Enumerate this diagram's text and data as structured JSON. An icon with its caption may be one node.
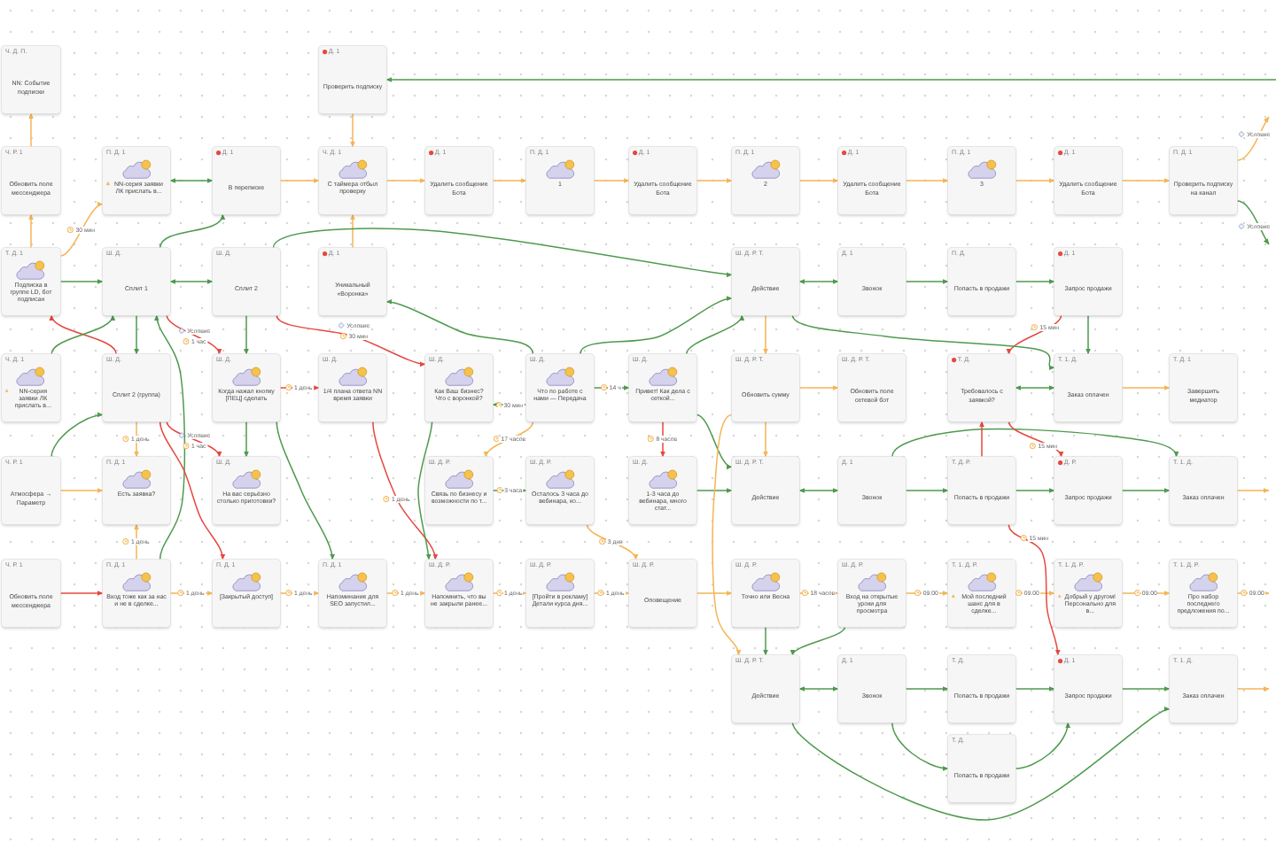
{
  "diagram": {
    "nodes": [
      {
        "text": [
          "Ч. Д. П.",
          "NN: Событие подписки"
        ]
      },
      {
        "text": [
          "Д. 1",
          "Проверить подписку"
        ]
      },
      {
        "text": [
          "Ч. Р. 1",
          "Обновить поле мессенджера"
        ]
      },
      {
        "text": [
          "П. Д. 1",
          "NN-серия заявки ЛК прислать в..."
        ]
      },
      {
        "text": [
          "Д. 1",
          "В переписке"
        ]
      },
      {
        "text": [
          "Ч. Д. 1",
          "С таймера отбыл проверку"
        ]
      },
      {
        "text": [
          "Д. 1",
          "Удалить сообщение Бота"
        ]
      },
      {
        "text": [
          "П. Д. 1",
          "1"
        ]
      },
      {
        "text": [
          "Д. 1",
          "Удалить сообщение Бота"
        ]
      },
      {
        "text": [
          "П. Д. 1",
          "2"
        ]
      },
      {
        "text": [
          "Д. 1",
          "Удалить сообщение Бота"
        ]
      },
      {
        "text": [
          "П. Д. 1",
          "3"
        ]
      },
      {
        "text": [
          "Д. 1",
          "Удалить сообщение Бота"
        ]
      },
      {
        "text": [
          "П. Д. 1",
          "Проверить подписку на канал"
        ]
      },
      {
        "text": [
          "Т. Д. 1",
          "Подписка в группе LD, бот подписан"
        ]
      },
      {
        "text": [
          "Ш. Д.",
          "Сплит 1"
        ]
      },
      {
        "text": [
          "Ш. Д.",
          "Сплит 2"
        ]
      },
      {
        "text": [
          "Д. 1",
          "Уникальный «Воронка»"
        ]
      },
      {
        "text": [
          "Ш. Д. Р. Т.",
          "Действие"
        ]
      },
      {
        "text": [
          "Д. 1",
          "Звонок"
        ]
      },
      {
        "text": [
          "П. Д.",
          "Попасть в продажи"
        ]
      },
      {
        "text": [
          "Д. 1",
          "Запрос продажи"
        ]
      },
      {
        "text": [
          "Ч. Д. 1",
          "NN-серия заявки ЛК прислать в..."
        ]
      },
      {
        "text": [
          "Ш. Д.",
          "Сплит 2 (группа)"
        ]
      },
      {
        "text": [
          "Ш. Д.",
          "Когда нажал кнопку [ПЕЦ] сделать"
        ]
      },
      {
        "text": [
          "Ш. Д.",
          "1/4 плана ответа NN время заявки"
        ]
      },
      {
        "text": [
          "Ш. Д.",
          "Как Ваш бизнес? Что с воронкой?"
        ]
      },
      {
        "text": [
          "Ш. Д.",
          "Что по работе с нами — Передача"
        ]
      },
      {
        "text": [
          "Ш. Д.",
          "Привет! Как дела с сеткой..."
        ]
      },
      {
        "text": [
          "Ш. Д. Р. Т.",
          "Обновить сумму"
        ]
      },
      {
        "text": [
          "Ш. Д. Р. Т.",
          "Обновить поле сетевой бот"
        ]
      },
      {
        "text": [
          "Т. Д.",
          "Требовалось с заявкой?"
        ]
      },
      {
        "text": [
          "Т. 1. Д.",
          "Заказ оплачен"
        ]
      },
      {
        "text": [
          "Т. Д. 1",
          "Завершить медиатор"
        ]
      },
      {
        "text": [
          "Ч. Р. 1",
          "Атмосфера → Параметр"
        ]
      },
      {
        "text": [
          "П. Д. 1",
          "Есть заявка?"
        ]
      },
      {
        "text": [
          "Ш. Д.",
          "На вас серьёзно столько приготовки?"
        ]
      },
      {
        "text": [
          "Ш. Д. Р.",
          "Связь по бизнесу и возможности по т..."
        ]
      },
      {
        "text": [
          "Ш. Д. Р.",
          "Осталось 3 часа до вебинара, ко..."
        ]
      },
      {
        "text": [
          "Ш. Д.",
          "1-3 часа до вебинара, много стат..."
        ]
      },
      {
        "text": [
          "Ш. Д. Р. Т.",
          "Действие"
        ]
      },
      {
        "text": [
          "Д. 1",
          "Звонок"
        ]
      },
      {
        "text": [
          "Т. Д. Р.",
          "Попасть в продажи"
        ]
      },
      {
        "text": [
          "Д. Р.",
          "Запрос продажи"
        ]
      },
      {
        "text": [
          "Т. 1. Д.",
          "Заказ оплачен"
        ]
      },
      {
        "text": [
          "Ч. Р. 1",
          "Обновить поле мессенджера"
        ]
      },
      {
        "text": [
          "П. Д. 1",
          "Вход тоже как за нас и не в сделке..."
        ]
      },
      {
        "text": [
          "П. Д. 1",
          "[Закрытый доступ]"
        ]
      },
      {
        "text": [
          "П. Д. 1",
          "Напоминание для SEO запустил..."
        ]
      },
      {
        "text": [
          "Ш. Д. Р.",
          "Напомнить, что вы не закрыли ранее..."
        ]
      },
      {
        "text": [
          "Ш. Д. Р.",
          "[Пройти в рекламу] Детали курса дня..."
        ]
      },
      {
        "text": [
          "Ш. Д. Р.",
          "Оповещение"
        ]
      },
      {
        "text": [
          "Ш. Д. Р.",
          "Точно или Весна"
        ]
      },
      {
        "text": [
          "Ш. Д. Р.",
          "Вход на открытые уроки для просмотра"
        ]
      },
      {
        "text": [
          "Т. 1. Д. Р.",
          "Мой последний шанс для в сделке..."
        ]
      },
      {
        "text": [
          "Т. 1. Д. Р.",
          "Добрый у другом! Персонально для в..."
        ]
      },
      {
        "text": [
          "Т. 1. Д. Р.",
          "Про набор последнего предложения по..."
        ]
      },
      {
        "text": [
          "Ш. Д. Р. Т.",
          "Действие"
        ]
      },
      {
        "text": [
          "Д. 1",
          "Звонок"
        ]
      },
      {
        "text": [
          "Т. Д.",
          "Попасть в продажи"
        ]
      },
      {
        "text": [
          "Д. 1",
          "Запрос продажи"
        ]
      },
      {
        "text": [
          "Т. 1. Д.",
          "Заказ оплачен"
        ]
      },
      {
        "text": [
          "Т. Д.",
          "Попасть в продажи"
        ]
      }
    ],
    "edges": [
      {
        "from": 2,
        "to": 0,
        "arrow": "to",
        "color": "#f5b555"
      },
      {
        "from": 14,
        "to": 2,
        "arrow": "to",
        "color": "#f5b555"
      },
      {
        "from": 14,
        "to": 3,
        "arrow": "to",
        "color": "#f5b555",
        "label": "30 мин"
      },
      {
        "from": 3,
        "to": 4,
        "arrow": "both"
      },
      {
        "from": 4,
        "to": 5,
        "arrow": "to",
        "color": "#f5b555"
      },
      {
        "from": 1,
        "to": 5,
        "arrow": "to",
        "color": "#f5b555"
      },
      {
        "from": 5,
        "to": 6,
        "arrow": "to",
        "color": "#f5b555"
      },
      {
        "from": 6,
        "to": 7,
        "arrow": "to",
        "color": "#f5b555"
      },
      {
        "from": 7,
        "to": 8,
        "arrow": "to",
        "color": "#f5b555"
      },
      {
        "from": 8,
        "to": 9,
        "arrow": "to",
        "color": "#f5b555"
      },
      {
        "from": 9,
        "to": 10,
        "arrow": "to",
        "color": "#f5b555"
      },
      {
        "from": 10,
        "to": 11,
        "arrow": "to",
        "color": "#f5b555"
      },
      {
        "from": 11,
        "to": 12,
        "arrow": "to",
        "color": "#f5b555"
      },
      {
        "from": 12,
        "to": 13,
        "arrow": "to",
        "color": "#f5b555"
      },
      {
        "from": 13,
        "to": null,
        "arrow": "to",
        "color": "#f5b555",
        "label": "Условие"
      },
      {
        "from": 13,
        "to": null,
        "arrow": "to",
        "label": "Условие"
      },
      {
        "from": null,
        "to": 1,
        "arrow": "to"
      },
      {
        "from": 17,
        "to": 5,
        "arrow": "to",
        "color": "#f5b555"
      },
      {
        "from": 14,
        "to": 15,
        "arrow": "to"
      },
      {
        "from": 15,
        "to": 4,
        "arrow": "to"
      },
      {
        "from": 15,
        "to": 16,
        "arrow": "both"
      },
      {
        "from": 16,
        "to": 18,
        "arrow": "to"
      },
      {
        "from": 27,
        "to": 17,
        "arrow": "to"
      },
      {
        "from": 27,
        "to": 26,
        "arrow": "to",
        "label": "30 мин"
      },
      {
        "from": 27,
        "to": 18,
        "arrow": "to"
      },
      {
        "from": 27,
        "to": 28,
        "arrow": "to",
        "label": "14 ч"
      },
      {
        "from": 28,
        "to": 18,
        "arrow": "to"
      },
      {
        "from": 15,
        "to": 23,
        "arrow": "to"
      },
      {
        "from": 23,
        "to": 14,
        "arrow": "to",
        "color": "#e5483f"
      },
      {
        "from": 22,
        "to": 15,
        "arrow": "to"
      },
      {
        "from": 34,
        "to": 23,
        "arrow": "to"
      },
      {
        "from": 15,
        "to": 24,
        "arrow": "to",
        "color": "#e5483f",
        "label": "1 час"
      },
      {
        "from": 23,
        "to": 36,
        "arrow": "to",
        "color": "#e5483f",
        "label": "1 час"
      },
      {
        "from": 16,
        "to": 26,
        "arrow": "to",
        "color": "#e5483f",
        "label": "30 мин"
      },
      {
        "from": 16,
        "to": 24,
        "arrow": "to"
      },
      {
        "from": 24,
        "to": 25,
        "arrow": "to",
        "color": "#e5483f",
        "label": "1 день"
      },
      {
        "from": 34,
        "to": 35,
        "arrow": "to",
        "color": "#f5b555"
      },
      {
        "from": 23,
        "to": 35,
        "arrow": "to",
        "color": "#f5b555",
        "label": "1 день"
      },
      {
        "from": 46,
        "to": 35,
        "arrow": "to",
        "color": "#f5b555",
        "label": "1 день"
      },
      {
        "from": 24,
        "to": 36,
        "arrow": "to"
      },
      {
        "from": 46,
        "to": 15,
        "arrow": "to"
      },
      {
        "from": 23,
        "to": 47,
        "arrow": "to",
        "color": "#e5483f"
      },
      {
        "from": 24,
        "to": 48,
        "arrow": "to"
      },
      {
        "from": 25,
        "to": 49,
        "arrow": "to",
        "color": "#e5483f",
        "label": "1 день"
      },
      {
        "from": 26,
        "to": 49,
        "arrow": "to"
      },
      {
        "from": 45,
        "to": 46,
        "arrow": "to",
        "color": "#e5483f"
      },
      {
        "from": 46,
        "to": 47,
        "arrow": "to",
        "color": "#f5b555",
        "label": "1 день"
      },
      {
        "from": 47,
        "to": 48,
        "arrow": "to",
        "color": "#f5b555",
        "label": "1 день"
      },
      {
        "from": 48,
        "to": 49,
        "arrow": "to",
        "color": "#f5b555",
        "label": "1 день"
      },
      {
        "from": 49,
        "to": 50,
        "arrow": "to",
        "color": "#f5b555",
        "label": "1 день"
      },
      {
        "from": 50,
        "to": 51,
        "arrow": "to",
        "color": "#f5b555",
        "label": "1 день"
      },
      {
        "from": 51,
        "to": 52,
        "arrow": "to",
        "color": "#f5b555"
      },
      {
        "from": 52,
        "to": 53,
        "arrow": "to",
        "color": "#f5b555",
        "label": "18 часов"
      },
      {
        "from": 53,
        "to": 54,
        "arrow": "to",
        "color": "#f5b555",
        "label": "09:00"
      },
      {
        "from": 54,
        "to": 55,
        "arrow": "to",
        "color": "#f5b555",
        "label": "09:00"
      },
      {
        "from": 55,
        "to": 56,
        "arrow": "to",
        "color": "#f5b555",
        "label": "09:00"
      },
      {
        "from": 56,
        "to": null,
        "arrow": "to",
        "color": "#f5b555",
        "label": "09:00"
      },
      {
        "from": 37,
        "to": 38,
        "arrow": "to",
        "label": "3 часа"
      },
      {
        "from": 38,
        "to": 51,
        "arrow": "to",
        "color": "#f5b555",
        "label": "3 дня"
      },
      {
        "from": 28,
        "to": 39,
        "arrow": "to",
        "color": "#e5483f",
        "label": "8 часов"
      },
      {
        "from": 27,
        "to": 37,
        "arrow": "to",
        "color": "#f5b555",
        "label": "17 часов"
      },
      {
        "from": 39,
        "to": 40,
        "arrow": "to"
      },
      {
        "from": 28,
        "to": 40,
        "arrow": "to"
      },
      {
        "from": 29,
        "to": 40,
        "arrow": "to",
        "color": "#f5b555"
      },
      {
        "from": 29,
        "to": 57,
        "arrow": "to",
        "color": "#f5b555"
      },
      {
        "from": 18,
        "to": 29,
        "arrow": "to",
        "color": "#f5b555"
      },
      {
        "from": 29,
        "to": 30,
        "arrow": "to",
        "color": "#f5b555"
      },
      {
        "from": 18,
        "to": 19,
        "arrow": "both"
      },
      {
        "from": 19,
        "to": 20,
        "arrow": "to"
      },
      {
        "from": 20,
        "to": 21,
        "arrow": "to"
      },
      {
        "from": 21,
        "to": 32,
        "arrow": "to"
      },
      {
        "from": 21,
        "to": 31,
        "arrow": "to",
        "color": "#e5483f",
        "label": "15 мин"
      },
      {
        "from": 18,
        "to": 32,
        "arrow": "to"
      },
      {
        "from": 31,
        "to": 32,
        "arrow": "both"
      },
      {
        "from": 32,
        "to": 33,
        "arrow": "to",
        "color": "#f5b555"
      },
      {
        "from": 40,
        "to": 41,
        "arrow": "both"
      },
      {
        "from": 41,
        "to": 42,
        "arrow": "to"
      },
      {
        "from": 42,
        "to": 43,
        "arrow": "to"
      },
      {
        "from": 43,
        "to": 44,
        "arrow": "to"
      },
      {
        "from": 44,
        "to": null,
        "arrow": "to",
        "color": "#f5b555"
      },
      {
        "from": 41,
        "to": 44,
        "arrow": "to"
      },
      {
        "from": 31,
        "to": 43,
        "arrow": "to",
        "color": "#e5483f",
        "label": "15 мин"
      },
      {
        "from": 42,
        "to": 31,
        "arrow": "to",
        "color": "#e5483f"
      },
      {
        "from": 42,
        "to": 60,
        "arrow": "to",
        "color": "#e5483f",
        "label": "15 мин"
      },
      {
        "from": 52,
        "to": 57,
        "arrow": "to"
      },
      {
        "from": 53,
        "to": 57,
        "arrow": "to"
      },
      {
        "from": 57,
        "to": 58,
        "arrow": "both"
      },
      {
        "from": 58,
        "to": 59,
        "arrow": "to"
      },
      {
        "from": 59,
        "to": 60,
        "arrow": "to"
      },
      {
        "from": 60,
        "to": 61,
        "arrow": "to"
      },
      {
        "from": 61,
        "to": null,
        "arrow": "to",
        "color": "#f5b555"
      },
      {
        "from": 58,
        "to": 62,
        "arrow": "to"
      },
      {
        "from": 62,
        "to": 60,
        "arrow": "to"
      },
      {
        "from": 57,
        "to": 61,
        "arrow": "to"
      }
    ],
    "labels": [
      "Условие",
      "Условие",
      "Условие"
    ]
  }
}
